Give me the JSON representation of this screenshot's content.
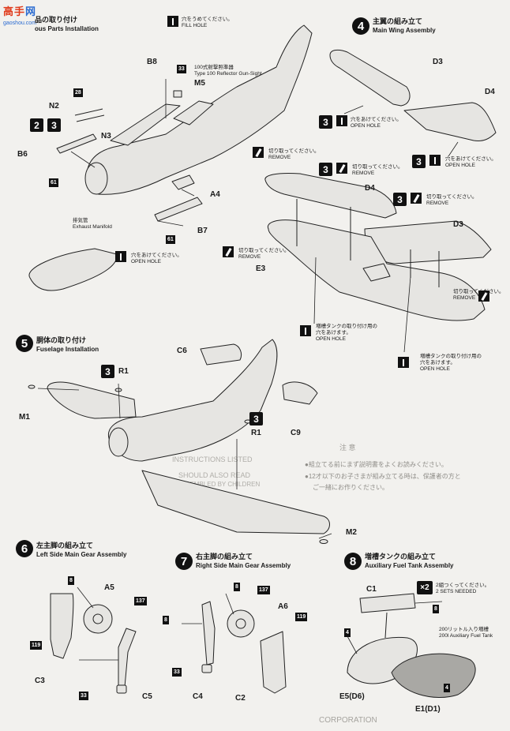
{
  "watermark": {
    "logo_text": "高手",
    "logo_text2": "网",
    "site": "gaoshou.com"
  },
  "step3": {
    "title_jp": "品の取り付け",
    "title_en": "ous Parts Installation",
    "fill_hole_jp": "穴をうめてください。",
    "fill_hole_en": "FILL HOLE",
    "gunsight_jp": "100式射撃照準器",
    "gunsight_en": "Type 100 Reflector Gun-Sight",
    "exhaust_jp": "排気管",
    "exhaust_en": "Exhaust Manifold",
    "open_hole_jp": "穴をあけてください。",
    "open_hole_en": "OPEN HOLE",
    "labels": {
      "b8": "B8",
      "m5": "M5",
      "n2": "N2",
      "n3": "N3",
      "b6": "B6",
      "a4": "A4",
      "b7": "B7",
      "n28": "28",
      "n33": "33",
      "n61a": "61",
      "n61b": "61",
      "badge2": "2",
      "badge3": "3"
    }
  },
  "step4": {
    "number": "4",
    "title_jp": "主翼の組み立て",
    "title_en": "Main Wing Assembly",
    "open_hole_jp": "穴をあけてください。",
    "open_hole_en": "OPEN HOLE",
    "remove_jp": "切り取ってください。",
    "remove_en": "REMOVE",
    "tank_hole_jp1": "増槽タンクの取り付け用の",
    "tank_hole_jp2": "穴をあけます。",
    "tank_hole_en": "OPEN HOLE",
    "labels": {
      "d3a": "D3",
      "d4a": "D4",
      "d4b": "D4",
      "d3b": "D3",
      "e3": "E3",
      "badge": "3"
    }
  },
  "step5": {
    "number": "5",
    "title_jp": "胴体の取り付け",
    "title_en": "Fuselage Installation",
    "labels": {
      "c6": "C6",
      "r1a": "R1",
      "r1b": "R1",
      "m1": "M1",
      "c9": "C9",
      "m2": "M2",
      "badge": "3"
    }
  },
  "step6": {
    "number": "6",
    "title_jp": "左主脚の組み立て",
    "title_en": "Left Side Main Gear Assembly",
    "labels": {
      "n8": "8",
      "a5": "A5",
      "n137": "137",
      "n119": "119",
      "c3": "C3",
      "n33": "33",
      "c5": "C5"
    }
  },
  "step7": {
    "number": "7",
    "title_jp": "右主脚の組み立て",
    "title_en": "Right Side Main Gear Assembly",
    "labels": {
      "n8a": "8",
      "n137": "137",
      "a6": "A6",
      "n8b": "8",
      "n119": "119",
      "n33": "33",
      "c4": "C4",
      "c2": "C2"
    }
  },
  "step8": {
    "number": "8",
    "title_jp": "増槽タンクの組み立て",
    "title_en": "Auxiliary Fuel Tank Assembly",
    "sets_badge": "×2",
    "sets_jp": "2組つくってください。",
    "sets_en": "2 SETS NEEDED",
    "tank_jp": "200リットル入り増槽",
    "tank_en": "200l Auxiliary Fuel Tank",
    "labels": {
      "c1": "C1",
      "n8": "8",
      "n4a": "4",
      "n4b": "4",
      "e5": "E5(D6)",
      "e1": "E1(D1)"
    }
  },
  "background": {
    "notice_title": "注 意",
    "notice_line1": "●組立てる前にまず説明書をよくお読みください。",
    "notice_line2": "●12才以下のお子さまが組み立てる時は、保護者の方と",
    "notice_line3": "ご一緒にお作りください。",
    "bleed1": "INSTRUCTIONS LISTED",
    "bleed2": "SHOULD ALSO READ",
    "bleed3": "BE ASSEMBLED BY CHILDREN",
    "bleed4": "CORPORATION"
  }
}
